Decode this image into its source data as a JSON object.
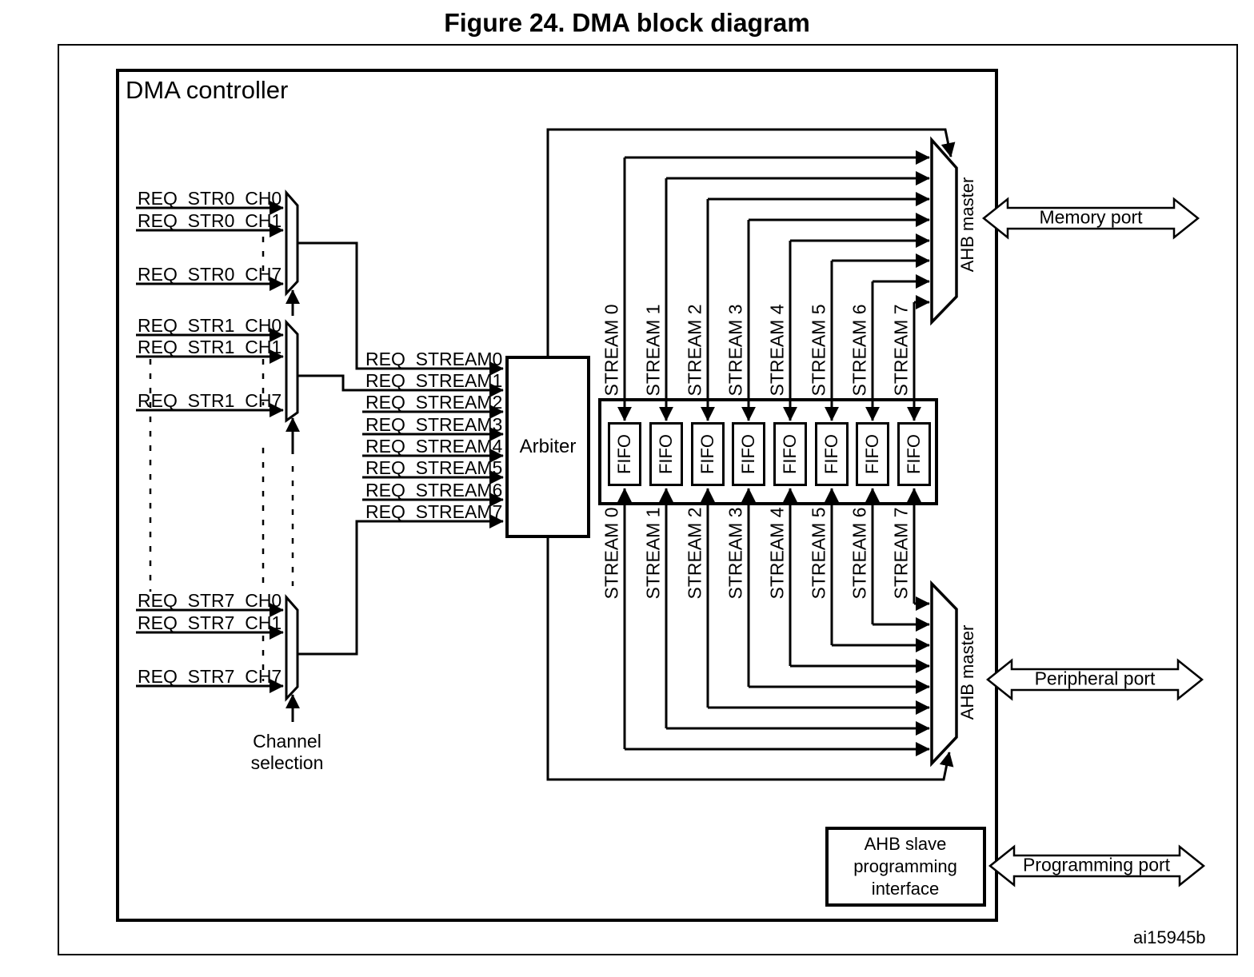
{
  "figure": {
    "title": "Figure 24. DMA block diagram",
    "code": "ai15945b"
  },
  "controller": {
    "label": "DMA controller"
  },
  "channel_requests": {
    "group0": [
      "REQ_STR0_CH0",
      "REQ_STR0_CH1",
      "REQ_STR0_CH7"
    ],
    "group1": [
      "REQ_STR1_CH0",
      "REQ_STR1_CH1",
      "REQ_STR1_CH7"
    ],
    "group7": [
      "REQ_STR7_CH0",
      "REQ_STR7_CH1",
      "REQ_STR7_CH7"
    ],
    "selector": {
      "line1": "Channel",
      "line2": "selection"
    }
  },
  "stream_requests": [
    "REQ_STREAM0",
    "REQ_STREAM1",
    "REQ_STREAM2",
    "REQ_STREAM3",
    "REQ_STREAM4",
    "REQ_STREAM5",
    "REQ_STREAM6",
    "REQ_STREAM7"
  ],
  "arbiter": {
    "label": "Arbiter"
  },
  "fifo": {
    "label": "FIFO",
    "top_labels": [
      "STREAM 0",
      "STREAM 1",
      "STREAM 2",
      "STREAM 3",
      "STREAM 4",
      "STREAM 5",
      "STREAM 6",
      "STREAM 7"
    ],
    "bottom_labels": [
      "STREAM 0",
      "STREAM 1",
      "STREAM 2",
      "STREAM 3",
      "STREAM 4",
      "STREAM 5",
      "STREAM 6",
      "STREAM 7"
    ]
  },
  "masters": {
    "top": "AHB master",
    "bottom": "AHB master"
  },
  "slave": {
    "line1": "AHB slave",
    "line2": "programming",
    "line3": "interface"
  },
  "ports": {
    "memory": "Memory port",
    "peripheral": "Peripheral port",
    "programming": "Programming port"
  },
  "colors": {
    "ink": "#000000",
    "paper": "#ffffff"
  }
}
